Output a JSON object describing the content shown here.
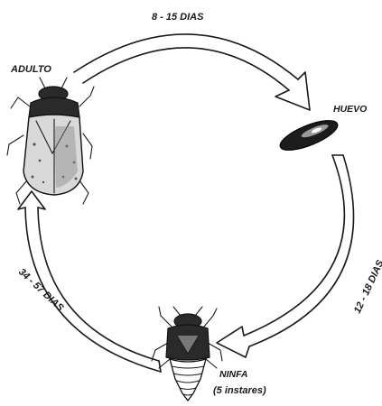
{
  "stages": {
    "adult": "ADULTO",
    "egg": "HUEVO",
    "nymph": "NINFA",
    "nymph_note": "(5 instares)"
  },
  "durations": {
    "adult_to_egg": "8 - 15 DIAS",
    "egg_to_nymph": "12 - 18 DIAS",
    "nymph_to_adult": "34 - 57 DIAS"
  }
}
